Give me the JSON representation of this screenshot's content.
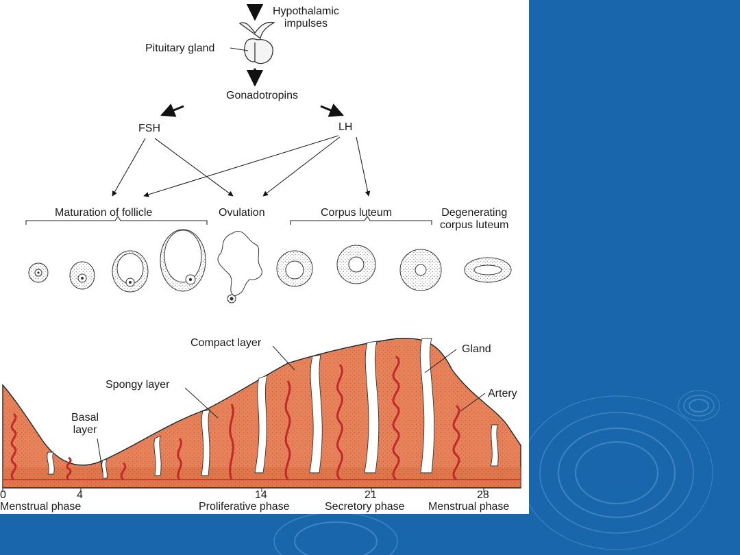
{
  "slide": {
    "background_color": "#1a66ad",
    "panel_color": "#ffffff"
  },
  "hormones": {
    "hypothalamic": "Hypothalamic\nimpulses",
    "pituitary": "Pituitary gland",
    "gonadotropins": "Gonadotropins",
    "fsh": "FSH",
    "lh": "LH"
  },
  "ovary": {
    "maturation": "Maturation of follicle",
    "ovulation": "Ovulation",
    "corpus_luteum": "Corpus luteum",
    "degenerating": "Degenerating\ncorpus luteum"
  },
  "endometrium": {
    "compact_layer": "Compact layer",
    "spongy_layer": "Spongy layer",
    "basal_layer": "Basal\nlayer",
    "gland": "Gland",
    "artery": "Artery",
    "tissue_color": "#e8825a",
    "basal_color": "#d9703f",
    "artery_color": "#c0282a"
  },
  "axis": {
    "days": [
      "0",
      "4",
      "14",
      "21",
      "28"
    ],
    "phases": [
      "Menstrual phase",
      "Proliferative phase",
      "Secretory phase",
      "Menstrual phase"
    ]
  }
}
